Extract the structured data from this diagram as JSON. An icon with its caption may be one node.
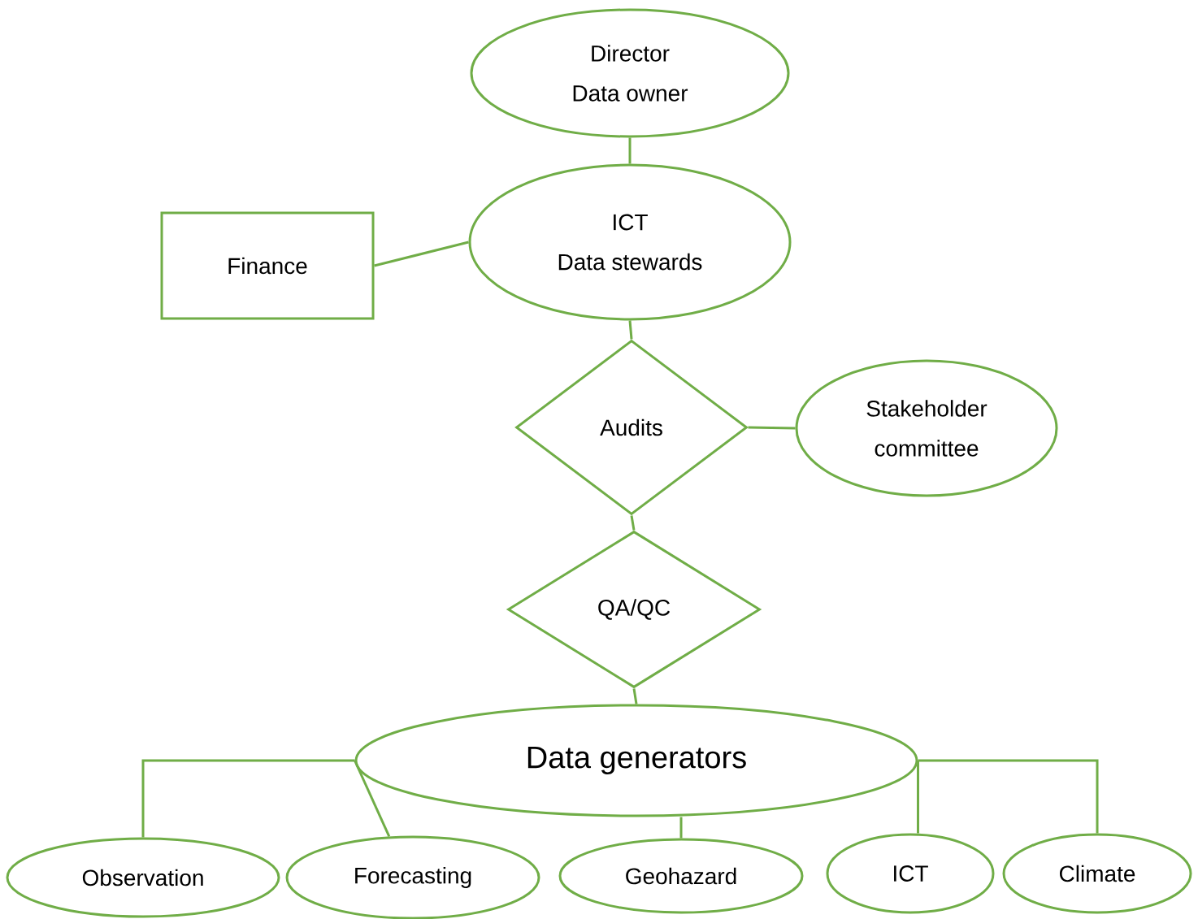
{
  "diagram": {
    "nodes": [
      {
        "text": [
          "Director",
          "Data owner"
        ]
      },
      {
        "text": [
          "ICT",
          "Data stewards"
        ]
      },
      {
        "text": [
          "Finance"
        ]
      },
      {
        "text": [
          "Audits"
        ]
      },
      {
        "text": [
          "Stakeholder committee"
        ]
      },
      {
        "text": [
          "QA/QC"
        ]
      },
      {
        "text": [
          "Data generators"
        ]
      },
      {
        "text": [
          "Observation"
        ]
      },
      {
        "text": [
          "Forecasting"
        ]
      },
      {
        "text": [
          "Geohazard"
        ]
      },
      {
        "text": [
          "ICT"
        ]
      },
      {
        "text": [
          "Climate"
        ]
      }
    ],
    "edges": [
      {
        "from": 0,
        "to": 1,
        "arrow": "none"
      },
      {
        "from": 2,
        "to": 1,
        "arrow": "none"
      },
      {
        "from": 1,
        "to": 3,
        "arrow": "none"
      },
      {
        "from": 3,
        "to": 4,
        "arrow": "none"
      },
      {
        "from": 3,
        "to": 5,
        "arrow": "none"
      },
      {
        "from": 5,
        "to": 6,
        "arrow": "none"
      },
      {
        "from": 6,
        "to": 7,
        "arrow": "none"
      },
      {
        "from": 6,
        "to": 8,
        "arrow": "none"
      },
      {
        "from": 6,
        "to": 9,
        "arrow": "none"
      },
      {
        "from": 6,
        "to": 10,
        "arrow": "none"
      },
      {
        "from": 6,
        "to": 11,
        "arrow": "none"
      }
    ]
  }
}
